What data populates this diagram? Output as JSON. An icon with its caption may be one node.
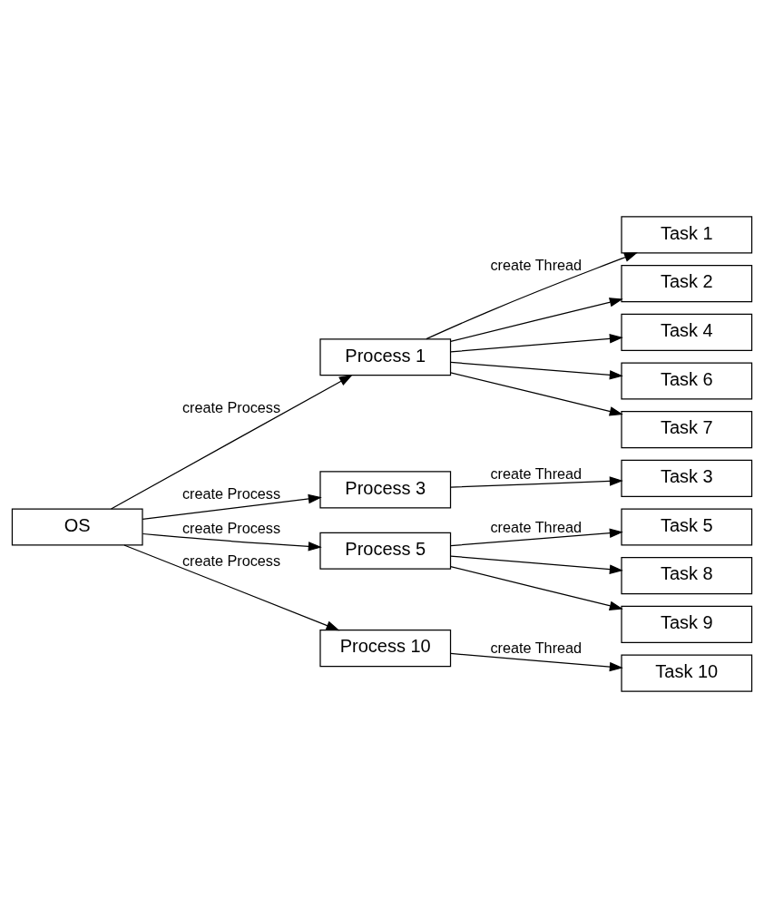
{
  "diagram": {
    "nodes": [
      {
        "text": [
          "OS"
        ]
      },
      {
        "text": [
          "Process 1"
        ]
      },
      {
        "text": [
          "Task 1"
        ]
      },
      {
        "text": [
          "Task 2"
        ]
      },
      {
        "text": [
          "Task 4"
        ]
      },
      {
        "text": [
          "Task 6"
        ]
      },
      {
        "text": [
          "Task 7"
        ]
      },
      {
        "text": [
          "Process 3"
        ]
      },
      {
        "text": [
          "Task 3"
        ]
      },
      {
        "text": [
          "Process 5"
        ]
      },
      {
        "text": [
          "Task 5"
        ]
      },
      {
        "text": [
          "Task 8"
        ]
      },
      {
        "text": [
          "Task 9"
        ]
      },
      {
        "text": [
          "Process 10"
        ]
      },
      {
        "text": [
          "Task 10"
        ]
      }
    ],
    "edges": [
      {
        "from": 0,
        "to": 1,
        "arrow": "to",
        "label": "create Process"
      },
      {
        "from": 1,
        "to": 2,
        "arrow": "to",
        "label": "create Thread"
      },
      {
        "from": 1,
        "to": 3,
        "arrow": "to"
      },
      {
        "from": 1,
        "to": 4,
        "arrow": "to"
      },
      {
        "from": 1,
        "to": 5,
        "arrow": "to"
      },
      {
        "from": 1,
        "to": 6,
        "arrow": "to"
      },
      {
        "from": 0,
        "to": 7,
        "arrow": "to",
        "label": "create Process"
      },
      {
        "from": 7,
        "to": 8,
        "arrow": "to",
        "label": "create Thread"
      },
      {
        "from": 0,
        "to": 9,
        "arrow": "to",
        "label": "create Process"
      },
      {
        "from": 9,
        "to": 10,
        "arrow": "to",
        "label": "create Thread"
      },
      {
        "from": 9,
        "to": 11,
        "arrow": "to"
      },
      {
        "from": 9,
        "to": 12,
        "arrow": "to"
      },
      {
        "from": 0,
        "to": 13,
        "arrow": "to",
        "label": "create Process"
      },
      {
        "from": 13,
        "to": 14,
        "arrow": "to",
        "label": "create Thread"
      }
    ]
  }
}
